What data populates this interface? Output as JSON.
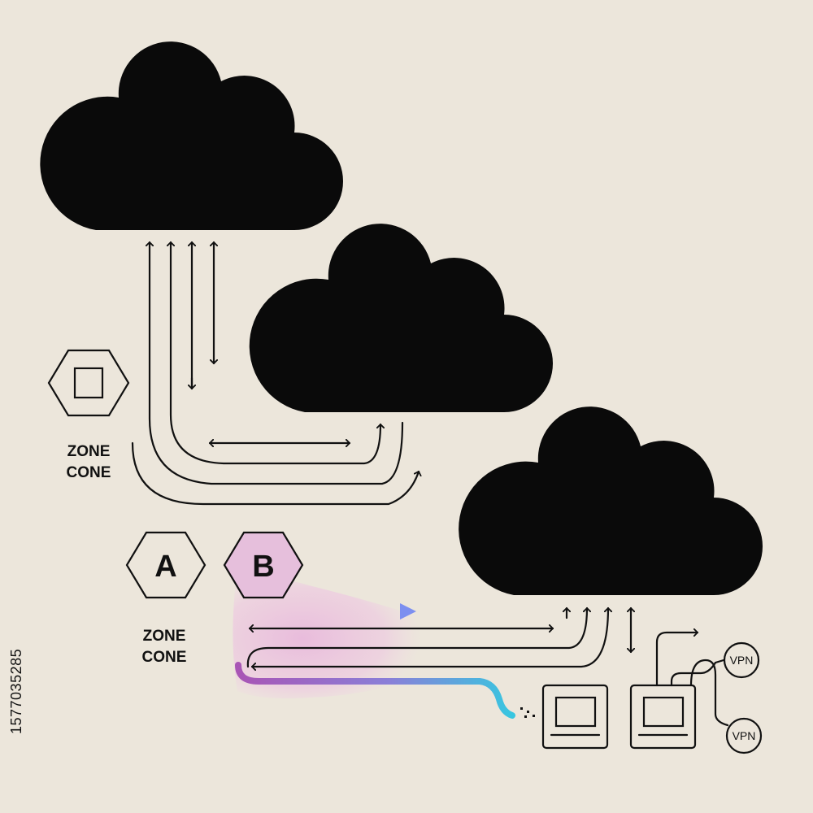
{
  "labels": {
    "zone_top": [
      "ZONE",
      "CONE"
    ],
    "zone_bottom": [
      "ZONE",
      "CONE"
    ],
    "hex_a": "A",
    "hex_b": "B",
    "vpn_top": "VPN",
    "vpn_bottom": "VPN",
    "stock_id": "1577035285"
  },
  "colors": {
    "background": "#ece6db",
    "cloud": "#0a0a0a",
    "line": "#111111",
    "highlight_pink": "#e8b4dc",
    "gradient_purple": "#a855b5",
    "gradient_blue": "#7c8ff0",
    "gradient_cyan": "#38c6e0"
  },
  "icons": [
    "cloud-icon",
    "hexagon-square-icon",
    "hexagon-a-icon",
    "hexagon-b-icon",
    "computer-icon",
    "vpn-icon",
    "arrow-icon"
  ]
}
